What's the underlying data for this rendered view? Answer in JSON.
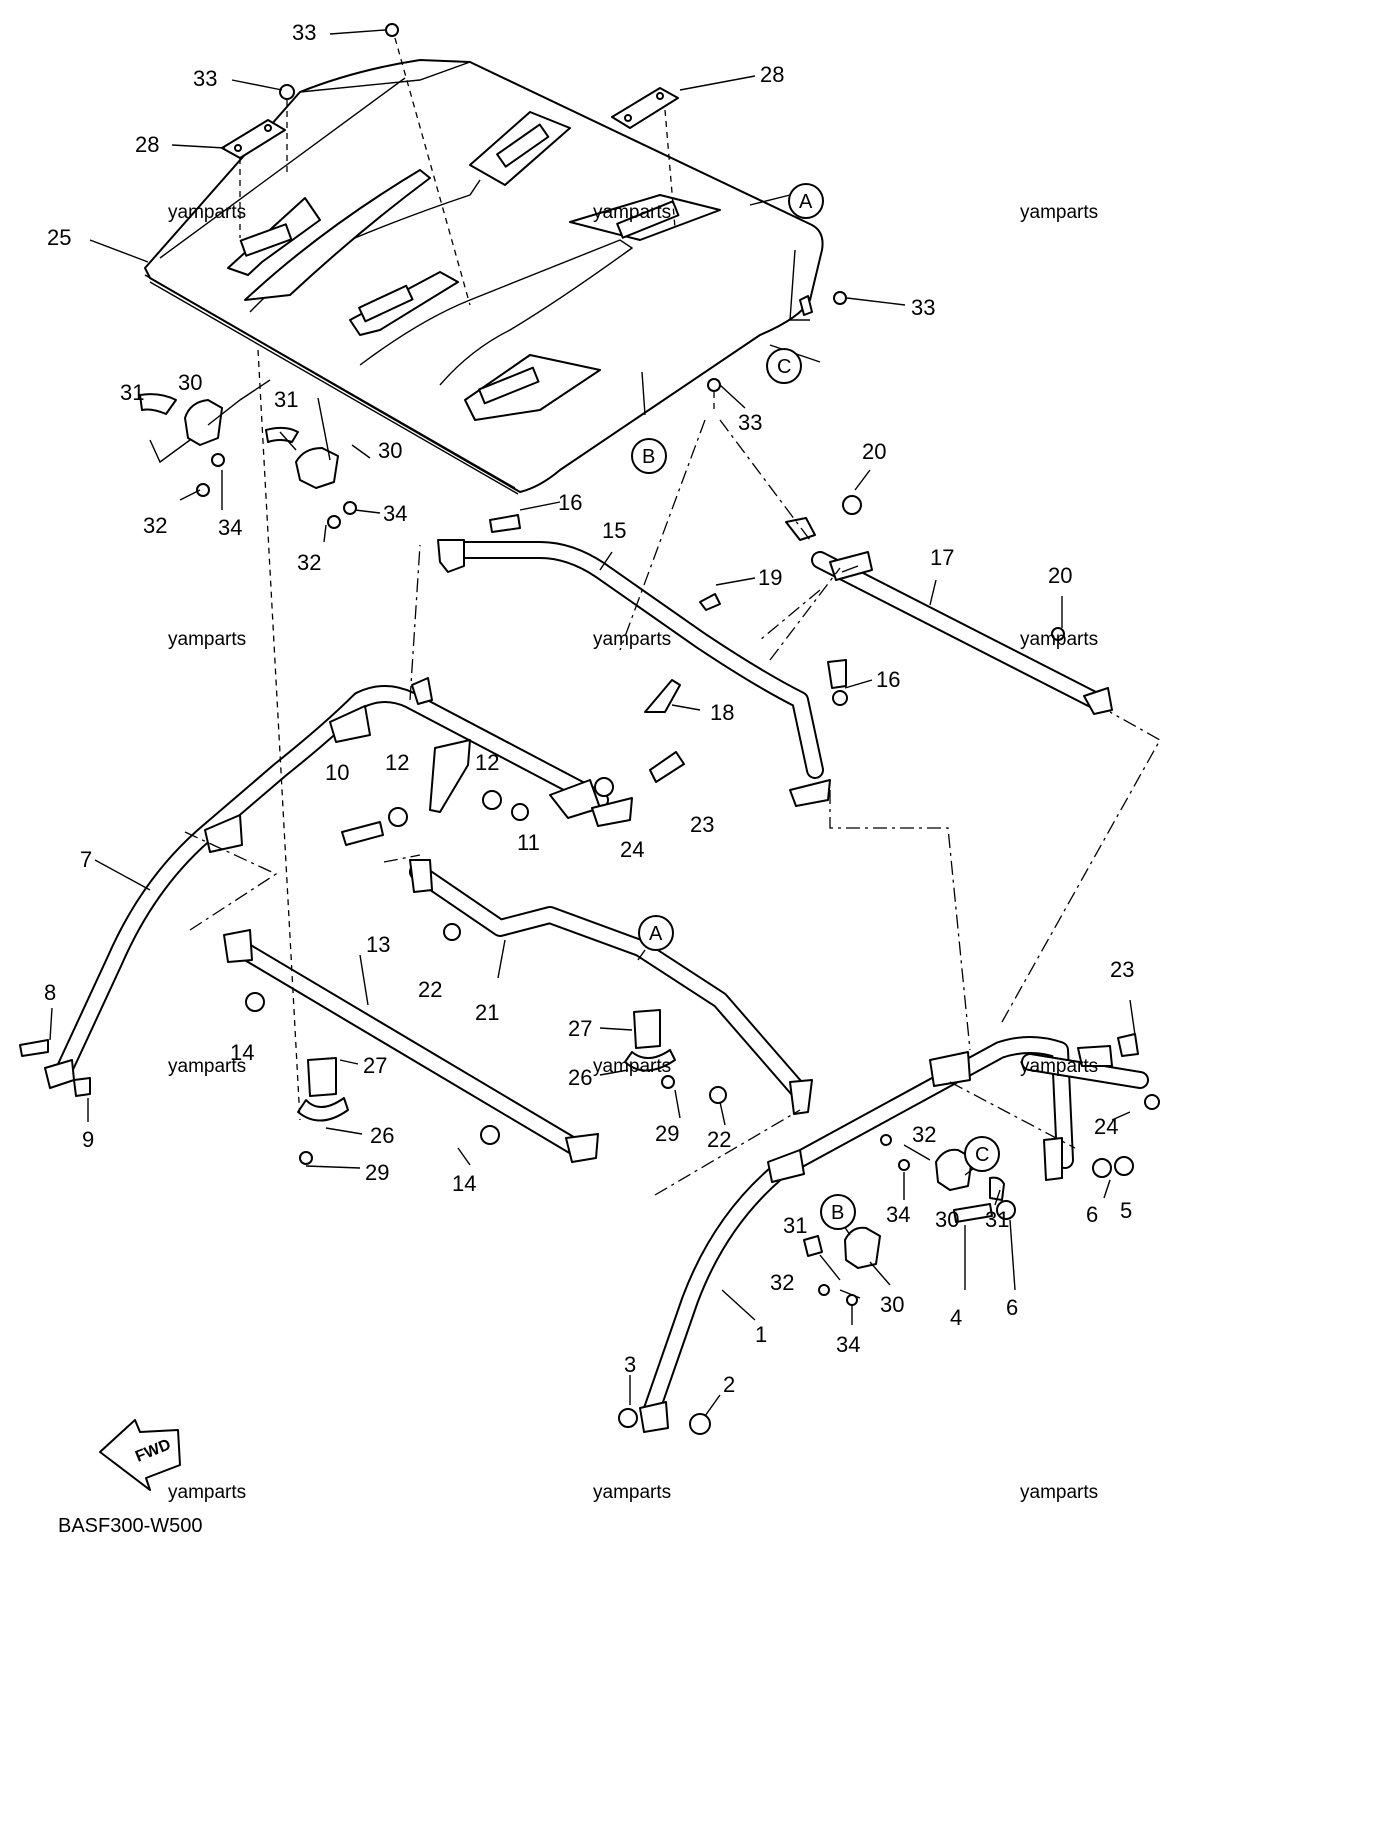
{
  "diagram": {
    "code": "BASF300-W500",
    "watermark": "yamparts",
    "fwd_label": "FWD",
    "callouts": [
      {
        "id": "c33a",
        "label": "33"
      },
      {
        "id": "c33b",
        "label": "33"
      },
      {
        "id": "c33c",
        "label": "33"
      },
      {
        "id": "c33d",
        "label": "33"
      },
      {
        "id": "c28a",
        "label": "28"
      },
      {
        "id": "c28b",
        "label": "28"
      },
      {
        "id": "c25",
        "label": "25"
      },
      {
        "id": "c31a",
        "label": "31"
      },
      {
        "id": "c30a",
        "label": "30"
      },
      {
        "id": "c31b",
        "label": "31"
      },
      {
        "id": "c30b",
        "label": "30"
      },
      {
        "id": "c32a",
        "label": "32"
      },
      {
        "id": "c34a",
        "label": "34"
      },
      {
        "id": "c34b",
        "label": "34"
      },
      {
        "id": "c32b",
        "label": "32"
      },
      {
        "id": "c16a",
        "label": "16"
      },
      {
        "id": "c15",
        "label": "15"
      },
      {
        "id": "c20a",
        "label": "20"
      },
      {
        "id": "c17",
        "label": "17"
      },
      {
        "id": "c20b",
        "label": "20"
      },
      {
        "id": "c19",
        "label": "19"
      },
      {
        "id": "c16b",
        "label": "16"
      },
      {
        "id": "c18",
        "label": "18"
      },
      {
        "id": "c10",
        "label": "10"
      },
      {
        "id": "c12a",
        "label": "12"
      },
      {
        "id": "c12b",
        "label": "12"
      },
      {
        "id": "c11",
        "label": "11"
      },
      {
        "id": "c23a",
        "label": "23"
      },
      {
        "id": "c24a",
        "label": "24"
      },
      {
        "id": "c7",
        "label": "7"
      },
      {
        "id": "c13",
        "label": "13"
      },
      {
        "id": "c22a",
        "label": "22"
      },
      {
        "id": "c21",
        "label": "21"
      },
      {
        "id": "c8",
        "label": "8"
      },
      {
        "id": "c14a",
        "label": "14"
      },
      {
        "id": "c27a",
        "label": "27"
      },
      {
        "id": "c26a",
        "label": "26"
      },
      {
        "id": "c27b",
        "label": "27"
      },
      {
        "id": "c26b",
        "label": "26"
      },
      {
        "id": "c29a",
        "label": "29"
      },
      {
        "id": "c22b",
        "label": "22"
      },
      {
        "id": "c9",
        "label": "9"
      },
      {
        "id": "c29b",
        "label": "29"
      },
      {
        "id": "c14b",
        "label": "14"
      },
      {
        "id": "c23b",
        "label": "23"
      },
      {
        "id": "c24b",
        "label": "24"
      },
      {
        "id": "c32c",
        "label": "32"
      },
      {
        "id": "c6a",
        "label": "6"
      },
      {
        "id": "c5",
        "label": "5"
      },
      {
        "id": "c34c",
        "label": "34"
      },
      {
        "id": "c30c",
        "label": "30"
      },
      {
        "id": "c31c",
        "label": "31"
      },
      {
        "id": "c31d",
        "label": "31"
      },
      {
        "id": "c32d",
        "label": "32"
      },
      {
        "id": "c30d",
        "label": "30"
      },
      {
        "id": "c4",
        "label": "4"
      },
      {
        "id": "c6b",
        "label": "6"
      },
      {
        "id": "c1",
        "label": "1"
      },
      {
        "id": "c34d",
        "label": "34"
      },
      {
        "id": "c3",
        "label": "3"
      },
      {
        "id": "c2",
        "label": "2"
      }
    ],
    "reference_letters": [
      {
        "id": "rA1",
        "label": "A"
      },
      {
        "id": "rC1",
        "label": "C"
      },
      {
        "id": "rB1",
        "label": "B"
      },
      {
        "id": "rA2",
        "label": "A"
      },
      {
        "id": "rC2",
        "label": "C"
      },
      {
        "id": "rB2",
        "label": "B"
      }
    ]
  }
}
